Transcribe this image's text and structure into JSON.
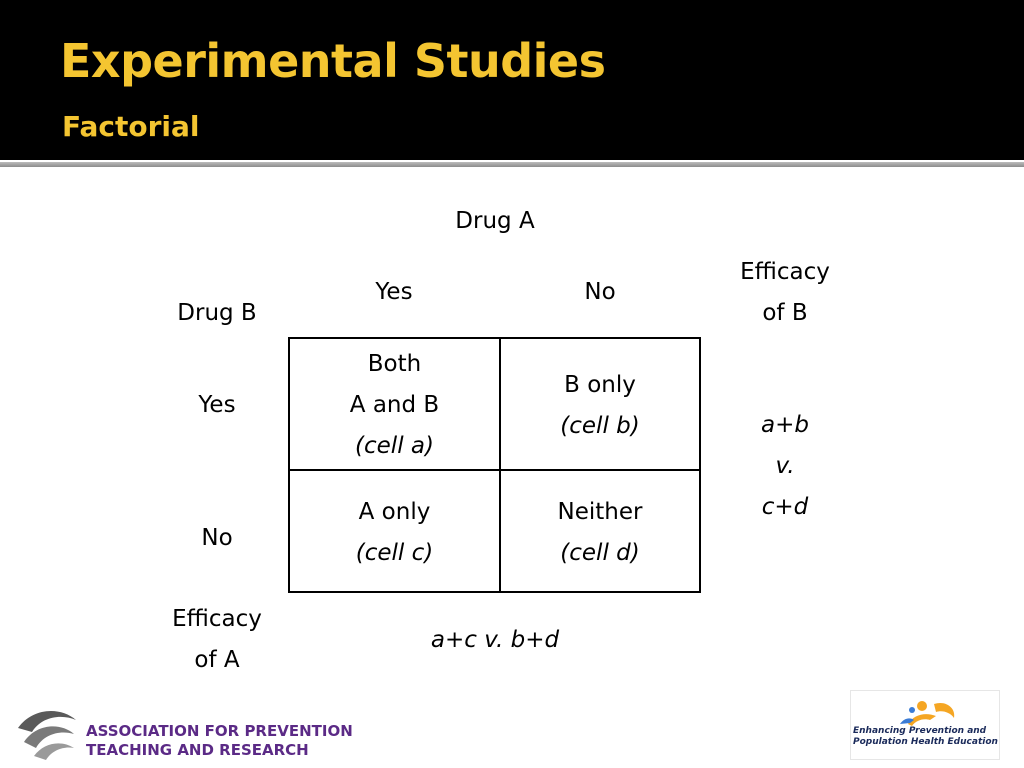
{
  "slide": {
    "title": "Experimental Studies",
    "subtitle": "Factorial"
  },
  "table": {
    "drug_a_label": "Drug A",
    "drug_b_label": "Drug B",
    "col_yes": "Yes",
    "col_no": "No",
    "row_yes": "Yes",
    "row_no": "No",
    "efficacy_b": [
      "Efficacy",
      "of B"
    ],
    "efficacy_a": [
      "Efficacy",
      "of A"
    ],
    "cell_a": [
      "Both",
      "A and B",
      "(cell a)"
    ],
    "cell_b": [
      "B only",
      "(cell b)"
    ],
    "cell_c": [
      "A only",
      "(cell c)"
    ],
    "cell_d": [
      "Neither",
      "(cell d)"
    ],
    "formula_b": [
      "a+b",
      "v.",
      "c+d"
    ],
    "formula_a": "a+c v. b+d"
  },
  "footer": {
    "left_logo_text": [
      "ASSOCIATION FOR PREVENTION",
      "TEACHING AND RESEARCH"
    ],
    "right_logo_text": [
      "Enhancing Prevention and",
      "Population Health Education"
    ]
  },
  "colors": {
    "header_bg": "#000000",
    "title": "#f4c531",
    "logo_purple": "#5b2a86",
    "logo_orange": "#f5a623"
  }
}
